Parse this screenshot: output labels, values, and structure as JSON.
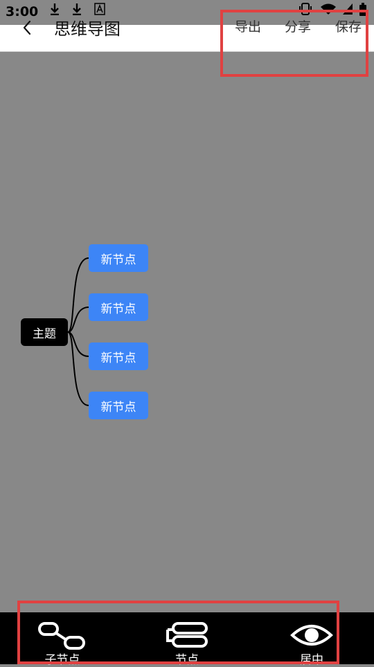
{
  "status_bar": {
    "time": "3:00"
  },
  "header": {
    "title": "思维导图",
    "actions": {
      "export": "导出",
      "share": "分享",
      "save": "保存"
    }
  },
  "mindmap": {
    "root": "主题",
    "children": [
      "新节点",
      "新节点",
      "新节点",
      "新节点"
    ]
  },
  "toolbar": {
    "items": [
      {
        "label": "子节点",
        "icon": "child-node-icon"
      },
      {
        "label": "节点",
        "icon": "sibling-node-icon"
      },
      {
        "label": "居中",
        "icon": "eye-icon"
      }
    ]
  },
  "colors": {
    "canvas_bg": "#888888",
    "node_blue": "#3d85f6",
    "root_black": "#000000",
    "highlight_red": "#e04141"
  }
}
